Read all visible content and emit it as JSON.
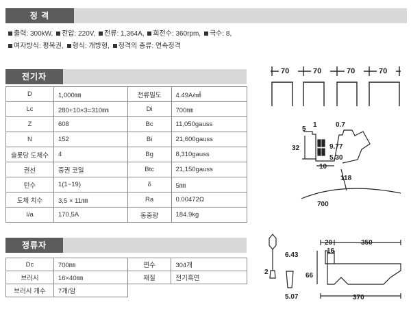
{
  "spec": {
    "title": "정 격",
    "line1": [
      {
        "label": "출력",
        "value": "300kW,"
      },
      {
        "label": "전압",
        "value": "220V,"
      },
      {
        "label": "전류",
        "value": "1,364A,"
      },
      {
        "label": "회전수",
        "value": "360rpm,"
      },
      {
        "label": "극수",
        "value": "8,"
      }
    ],
    "line2": [
      {
        "label": "여자방식",
        "value": "평복권,"
      },
      {
        "label": "형식",
        "value": "개방형,"
      },
      {
        "label": "정격의 종류",
        "value": "연속정격"
      }
    ]
  },
  "armature": {
    "title": "전기자",
    "rows": [
      [
        "D",
        "1,000㎜",
        "전류밀도",
        "4.49A/㎟"
      ],
      [
        "Lc",
        "280+10×3=310㎜",
        "Di",
        "700㎜"
      ],
      [
        "Z",
        "608",
        "Bc",
        "11,050gauss"
      ],
      [
        "N",
        "152",
        "Bi",
        "21,600gauss"
      ],
      [
        "슬롯당 도체수",
        "4",
        "Bg",
        "8,310gauss"
      ],
      [
        "권선",
        "중권 코일",
        "Btc",
        "21,150gauss"
      ],
      [
        "턴수",
        "1(1~19)",
        "δ",
        "5㎜"
      ],
      [
        "도체 치수",
        "3,5 × 11㎜",
        "Ra",
        "0.00472Ω"
      ],
      [
        "I/a",
        "170,5A",
        "동중량",
        "184.9kg"
      ]
    ]
  },
  "commutator": {
    "title": "정류자",
    "rows": [
      [
        "Dc",
        "700㎜",
        "편수",
        "304개"
      ],
      [
        "브러시",
        "16×40㎜",
        "재질",
        "전기흑연"
      ],
      [
        "브러시 개수",
        "7개/암",
        "",
        ""
      ]
    ]
  },
  "drawings": {
    "pitch_labels": [
      "70",
      "70",
      "70",
      "70"
    ],
    "slot_dims": [
      "5",
      "1",
      "0.7",
      "32",
      "9.77",
      "5.30",
      "10",
      "118",
      "700"
    ],
    "bar_dims": [
      "2",
      "6.43",
      "5.07"
    ],
    "segment_dims": [
      "20",
      "350",
      "16",
      "66",
      "370"
    ]
  }
}
